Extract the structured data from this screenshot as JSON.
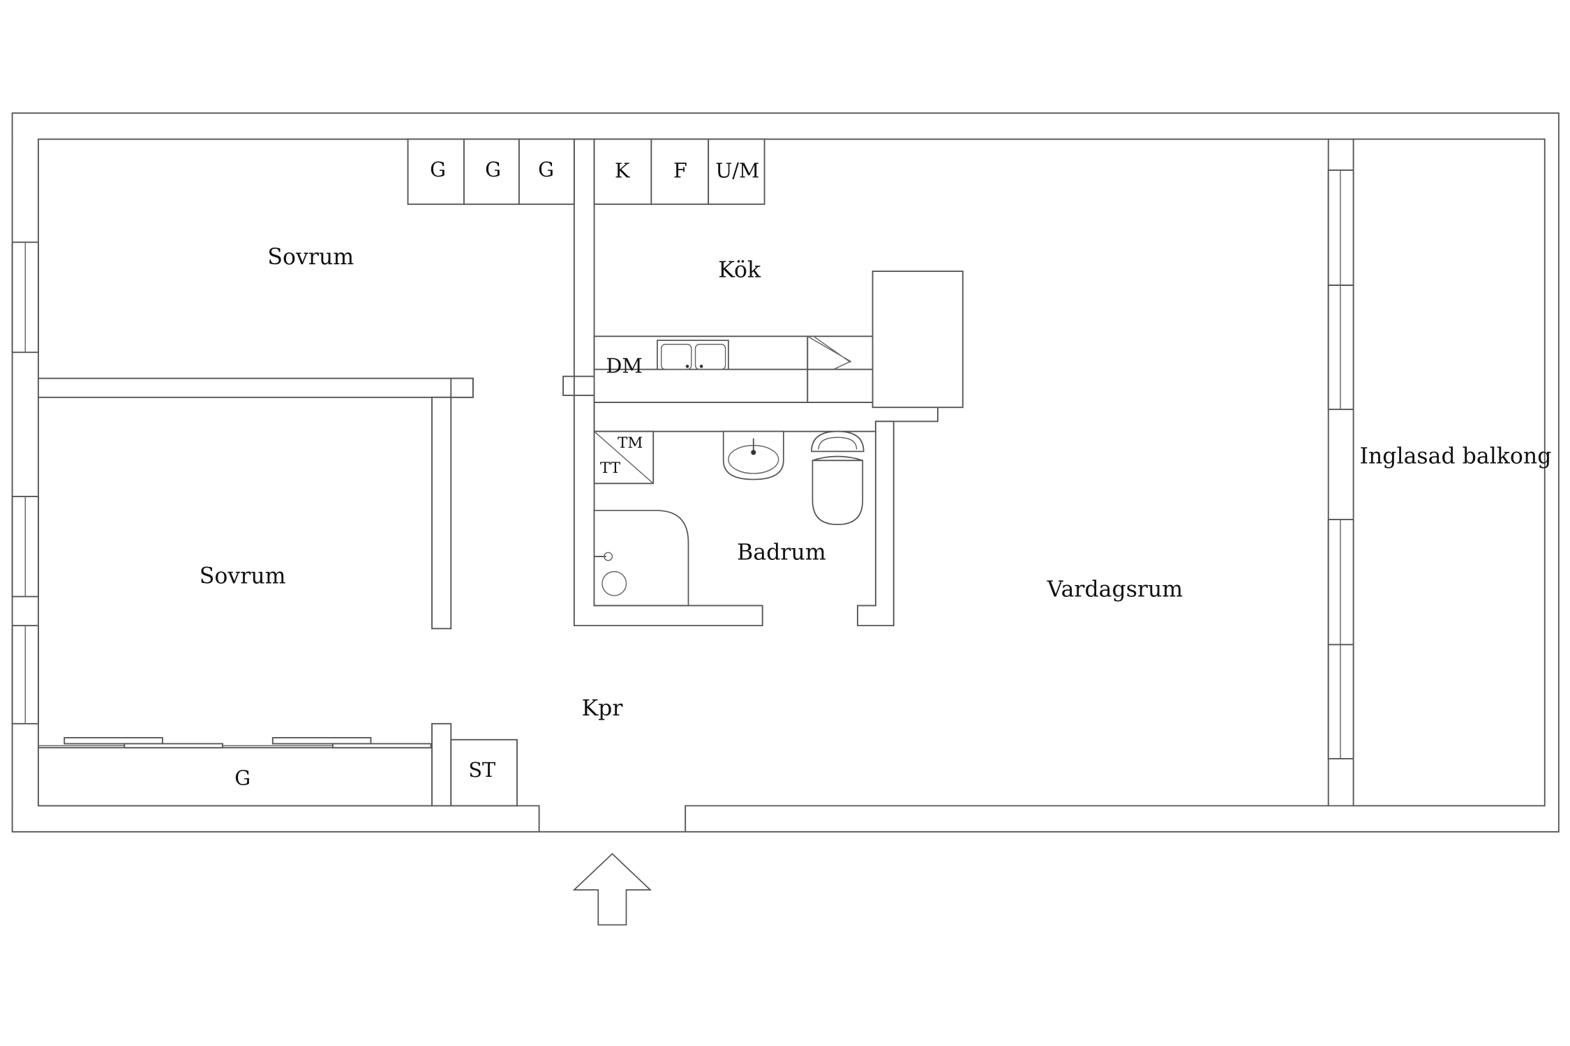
{
  "rooms": {
    "sovrum_top": "Sovrum",
    "sovrum_bottom": "Sovrum",
    "kok": "Kök",
    "badrum": "Badrum",
    "vardagsrum": "Vardagsrum",
    "kpr": "Kpr",
    "balkong": "Inglasad balkong"
  },
  "fixtures": {
    "wardrobe_1": "G",
    "wardrobe_2": "G",
    "wardrobe_3": "G",
    "wardrobe_bottom": "G",
    "kyl": "K",
    "frys": "F",
    "ugn": "U/M",
    "diskmaskin": "DM",
    "tvattmaskin": "TM",
    "torktumlare": "TT",
    "stad": "ST"
  }
}
